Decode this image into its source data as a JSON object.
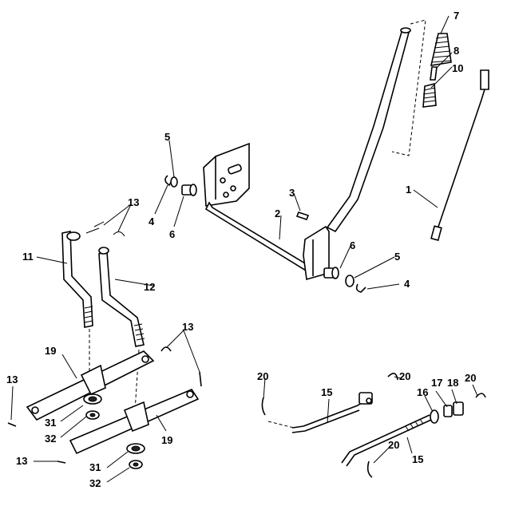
{
  "callouts": {
    "c1": "1",
    "c2": "2",
    "c3": "3",
    "c4a": "4",
    "c4b": "4",
    "c5a": "5",
    "c5b": "5",
    "c6a": "6",
    "c6b": "6",
    "c7": "7",
    "c8": "8",
    "c10": "10",
    "c11": "11",
    "c12": "12",
    "c13a": "13",
    "c13b": "13",
    "c13c": "13",
    "c13d": "13",
    "c15a": "15",
    "c15b": "15",
    "c16": "16",
    "c17": "17",
    "c18": "18",
    "c19a": "19",
    "c19b": "19",
    "c20a": "20",
    "c20b": "20",
    "c20c": "20",
    "c20d": "20",
    "c31a": "31",
    "c31b": "31",
    "c32a": "32",
    "c32b": "32"
  }
}
